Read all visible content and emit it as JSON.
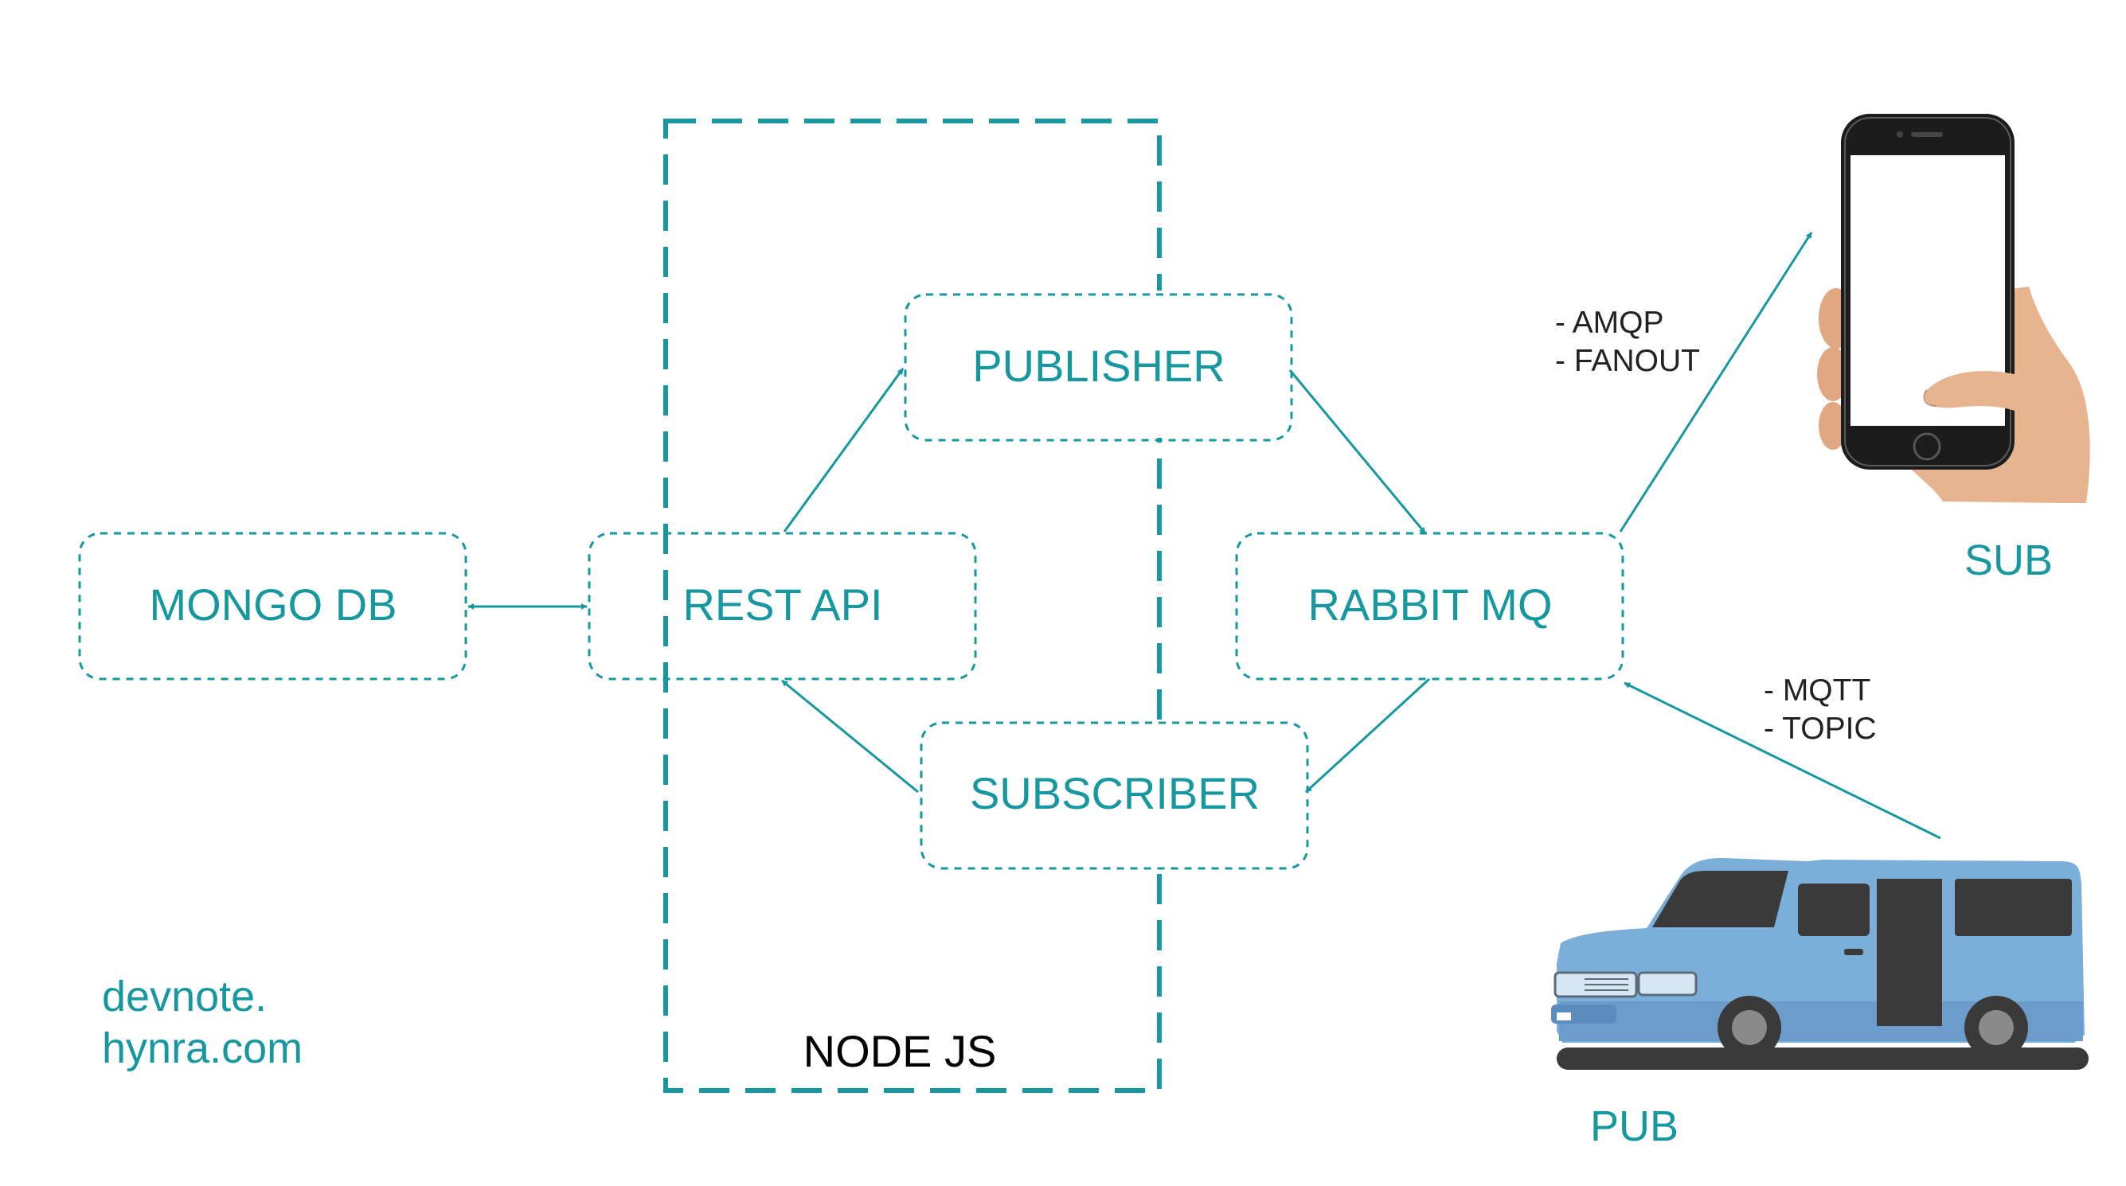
{
  "nodes": {
    "mongo": "MONGO DB",
    "rest": "REST API",
    "publisher": "PUBLISHER",
    "subscriber": "SUBSCRIBER",
    "rabbit": "RABBIT MQ"
  },
  "container_label": "NODE JS",
  "protocols": {
    "sub_line1": "- AMQP",
    "sub_line2": "- FANOUT",
    "pub_line1": "- MQTT",
    "pub_line2": "- TOPIC"
  },
  "endpoints": {
    "sub": "SUB",
    "pub": "PUB"
  },
  "watermark": {
    "line1": "devnote.",
    "line2": "hynra.com"
  },
  "colors": {
    "accent": "#17979f",
    "van_body": "#7bafd9",
    "van_dark": "#3a3a3a",
    "phone_body": "#1c1c1c"
  },
  "icons": [
    "smartphone-in-hand-icon",
    "van-icon"
  ]
}
